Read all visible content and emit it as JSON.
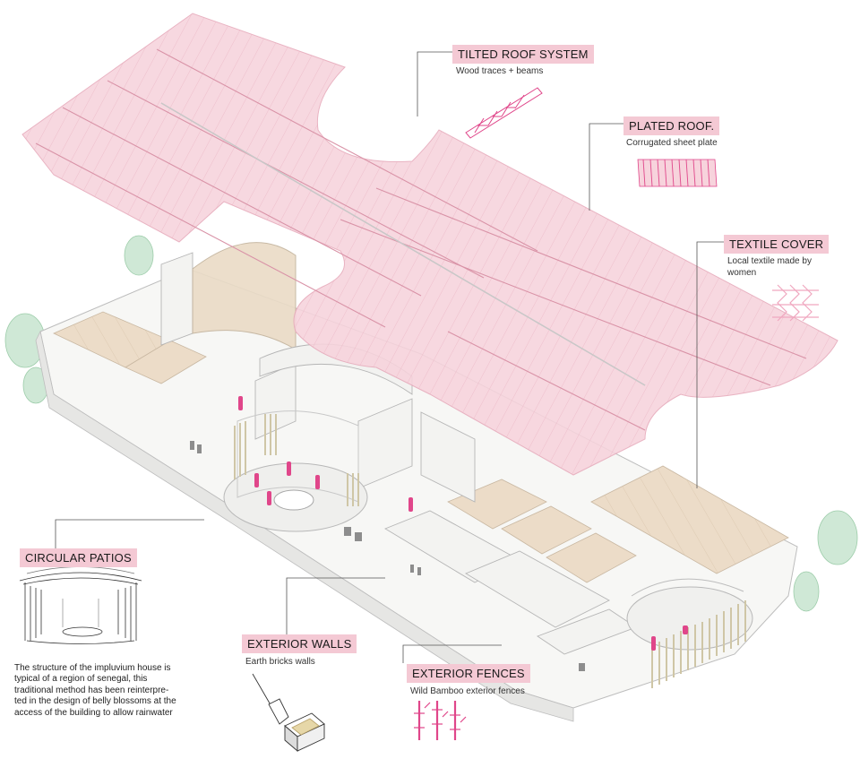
{
  "callouts": {
    "tilted_roof": {
      "title": "TILTED ROOF SYSTEM",
      "subtitle": "Wood traces + beams"
    },
    "plated_roof": {
      "title": "PLATED ROOF.",
      "subtitle": "Corrugated sheet plate"
    },
    "textile_cover": {
      "title": "TEXTILE COVER",
      "subtitle_line1": "Local textile made by",
      "subtitle_line2": "women"
    },
    "circular_patios": {
      "title": "CIRCULAR PATIOS",
      "description_lines": [
        "The structure of the impluvium house is",
        "typical of a region of senegal, this",
        "traditional method has been reinterpre-",
        "ted in the design of belly blossoms at the",
        "access of the building to allow rainwater"
      ]
    },
    "exterior_walls": {
      "title": "EXTERIOR WALLS",
      "subtitle": "Earth bricks walls"
    },
    "exterior_fences": {
      "title": "EXTERIOR FENCES",
      "subtitle": "Wild Bamboo exterior fences"
    }
  },
  "colors": {
    "accent_pink": "#f4c9d4",
    "roof_pink": "#f7d3dc",
    "figure_pink": "#e0468a",
    "floor_beige": "#ecdcc8",
    "wall_white": "#f6f6f4",
    "tree_green": "#a9d6b4"
  }
}
